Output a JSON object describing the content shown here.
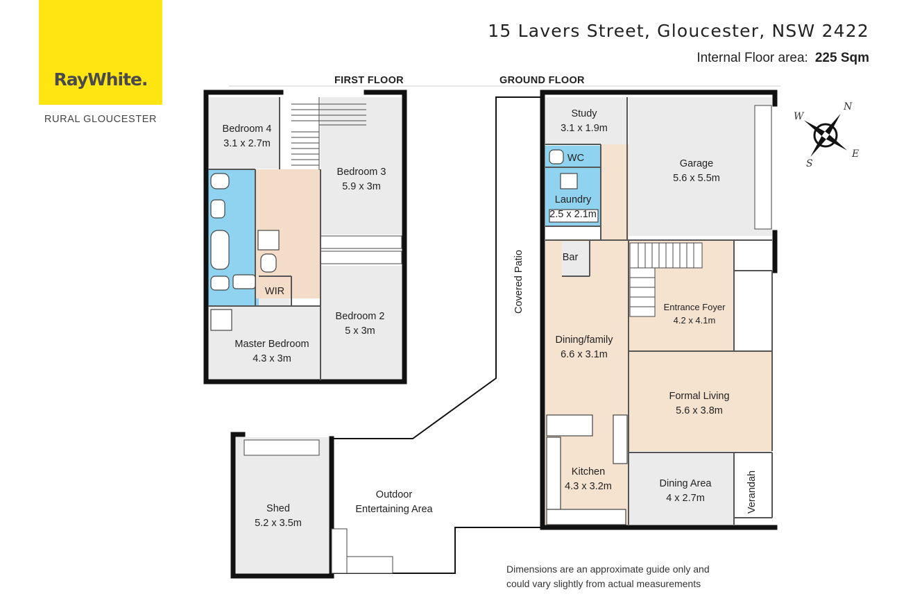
{
  "branding": {
    "logo_text": "RayWhite.",
    "office": "RURAL GLOUCESTER"
  },
  "header": {
    "address": "15 Lavers Street, Gloucester, NSW 2422",
    "area_label": "Internal Floor area:",
    "area_value": "225 Sqm"
  },
  "floors": {
    "first": "FIRST FLOOR",
    "ground": "GROUND FLOOR"
  },
  "first_floor_rooms": {
    "bedroom4": {
      "name": "Bedroom 4",
      "dims": "3.1 x 2.7m"
    },
    "bedroom3": {
      "name": "Bedroom 3",
      "dims": "5.9 x 3m"
    },
    "bedroom2": {
      "name": "Bedroom 2",
      "dims": "5 x 3m"
    },
    "master": {
      "name": "Master Bedroom",
      "dims": "4.3 x 3m"
    },
    "wir": {
      "name": "WIR"
    }
  },
  "ground_floor_rooms": {
    "study": {
      "name": "Study",
      "dims": "3.1 x 1.9m"
    },
    "wc": {
      "name": "WC"
    },
    "laundry": {
      "name": "Laundry",
      "dims": "2.5 x 2.1m"
    },
    "garage": {
      "name": "Garage",
      "dims": "5.6 x 5.5m"
    },
    "bar": {
      "name": "Bar"
    },
    "entrance": {
      "name": "Entrance Foyer",
      "dims": "4.2 x 4.1m"
    },
    "dining_family": {
      "name": "Dining/family",
      "dims": "6.6 x 3.1m"
    },
    "formal_living": {
      "name": "Formal Living",
      "dims": "5.6 x 3.8m"
    },
    "kitchen": {
      "name": "Kitchen",
      "dims": "4.3 x 3.2m"
    },
    "dining_area": {
      "name": "Dining Area",
      "dims": "4 x 2.7m"
    },
    "verandah": {
      "name": "Verandah"
    },
    "covered_patio": {
      "name": "Covered Patio"
    },
    "outdoor": {
      "name": "Outdoor",
      "name2": "Entertaining Area"
    },
    "shed": {
      "name": "Shed",
      "dims": "5.2 x 3.5m"
    }
  },
  "compass": {
    "n": "N",
    "e": "E",
    "s": "S",
    "w": "W"
  },
  "disclaimer": {
    "line1": "Dimensions are an approximate guide only and",
    "line2": "could vary slightly from actual measurements"
  },
  "colors": {
    "logo_bg": "#ffe512",
    "wet_area": "#8fd3f0",
    "hall": "#f3ddc8",
    "living": "#f5e3d0",
    "room": "#ebebeb",
    "wall": "#111111"
  }
}
